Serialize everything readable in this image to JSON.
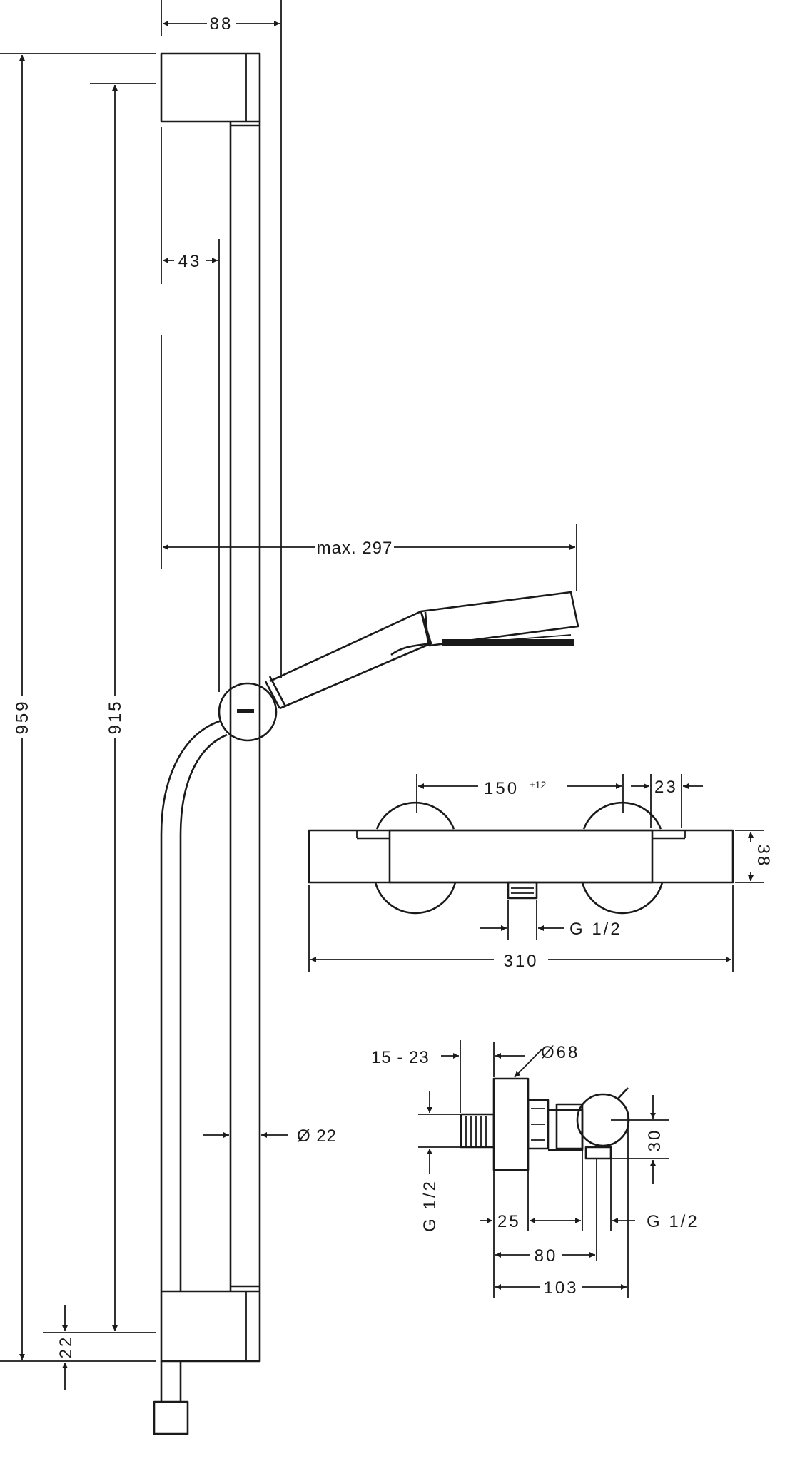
{
  "dimensions": {
    "rail_width": "88",
    "holder_offset": "43",
    "max_reach": "max. 297",
    "total_height": "959",
    "rail_length": "915",
    "bottom_offset": "22",
    "rail_diameter": "Ø 22",
    "mixer_centers": "150",
    "mixer_tolerance": "±12",
    "mixer_end": "23",
    "mixer_height": "38",
    "outlet_thread": "G 1/2",
    "mixer_length": "310",
    "eccentric_range": "15 - 23",
    "rosette_diameter": "Ø68",
    "side_outlet_height": "30",
    "side_thread_left": "G 1/2",
    "side_depth_1": "25",
    "side_thread_right": "G 1/2",
    "side_depth_2": "80",
    "side_depth_3": "103"
  }
}
